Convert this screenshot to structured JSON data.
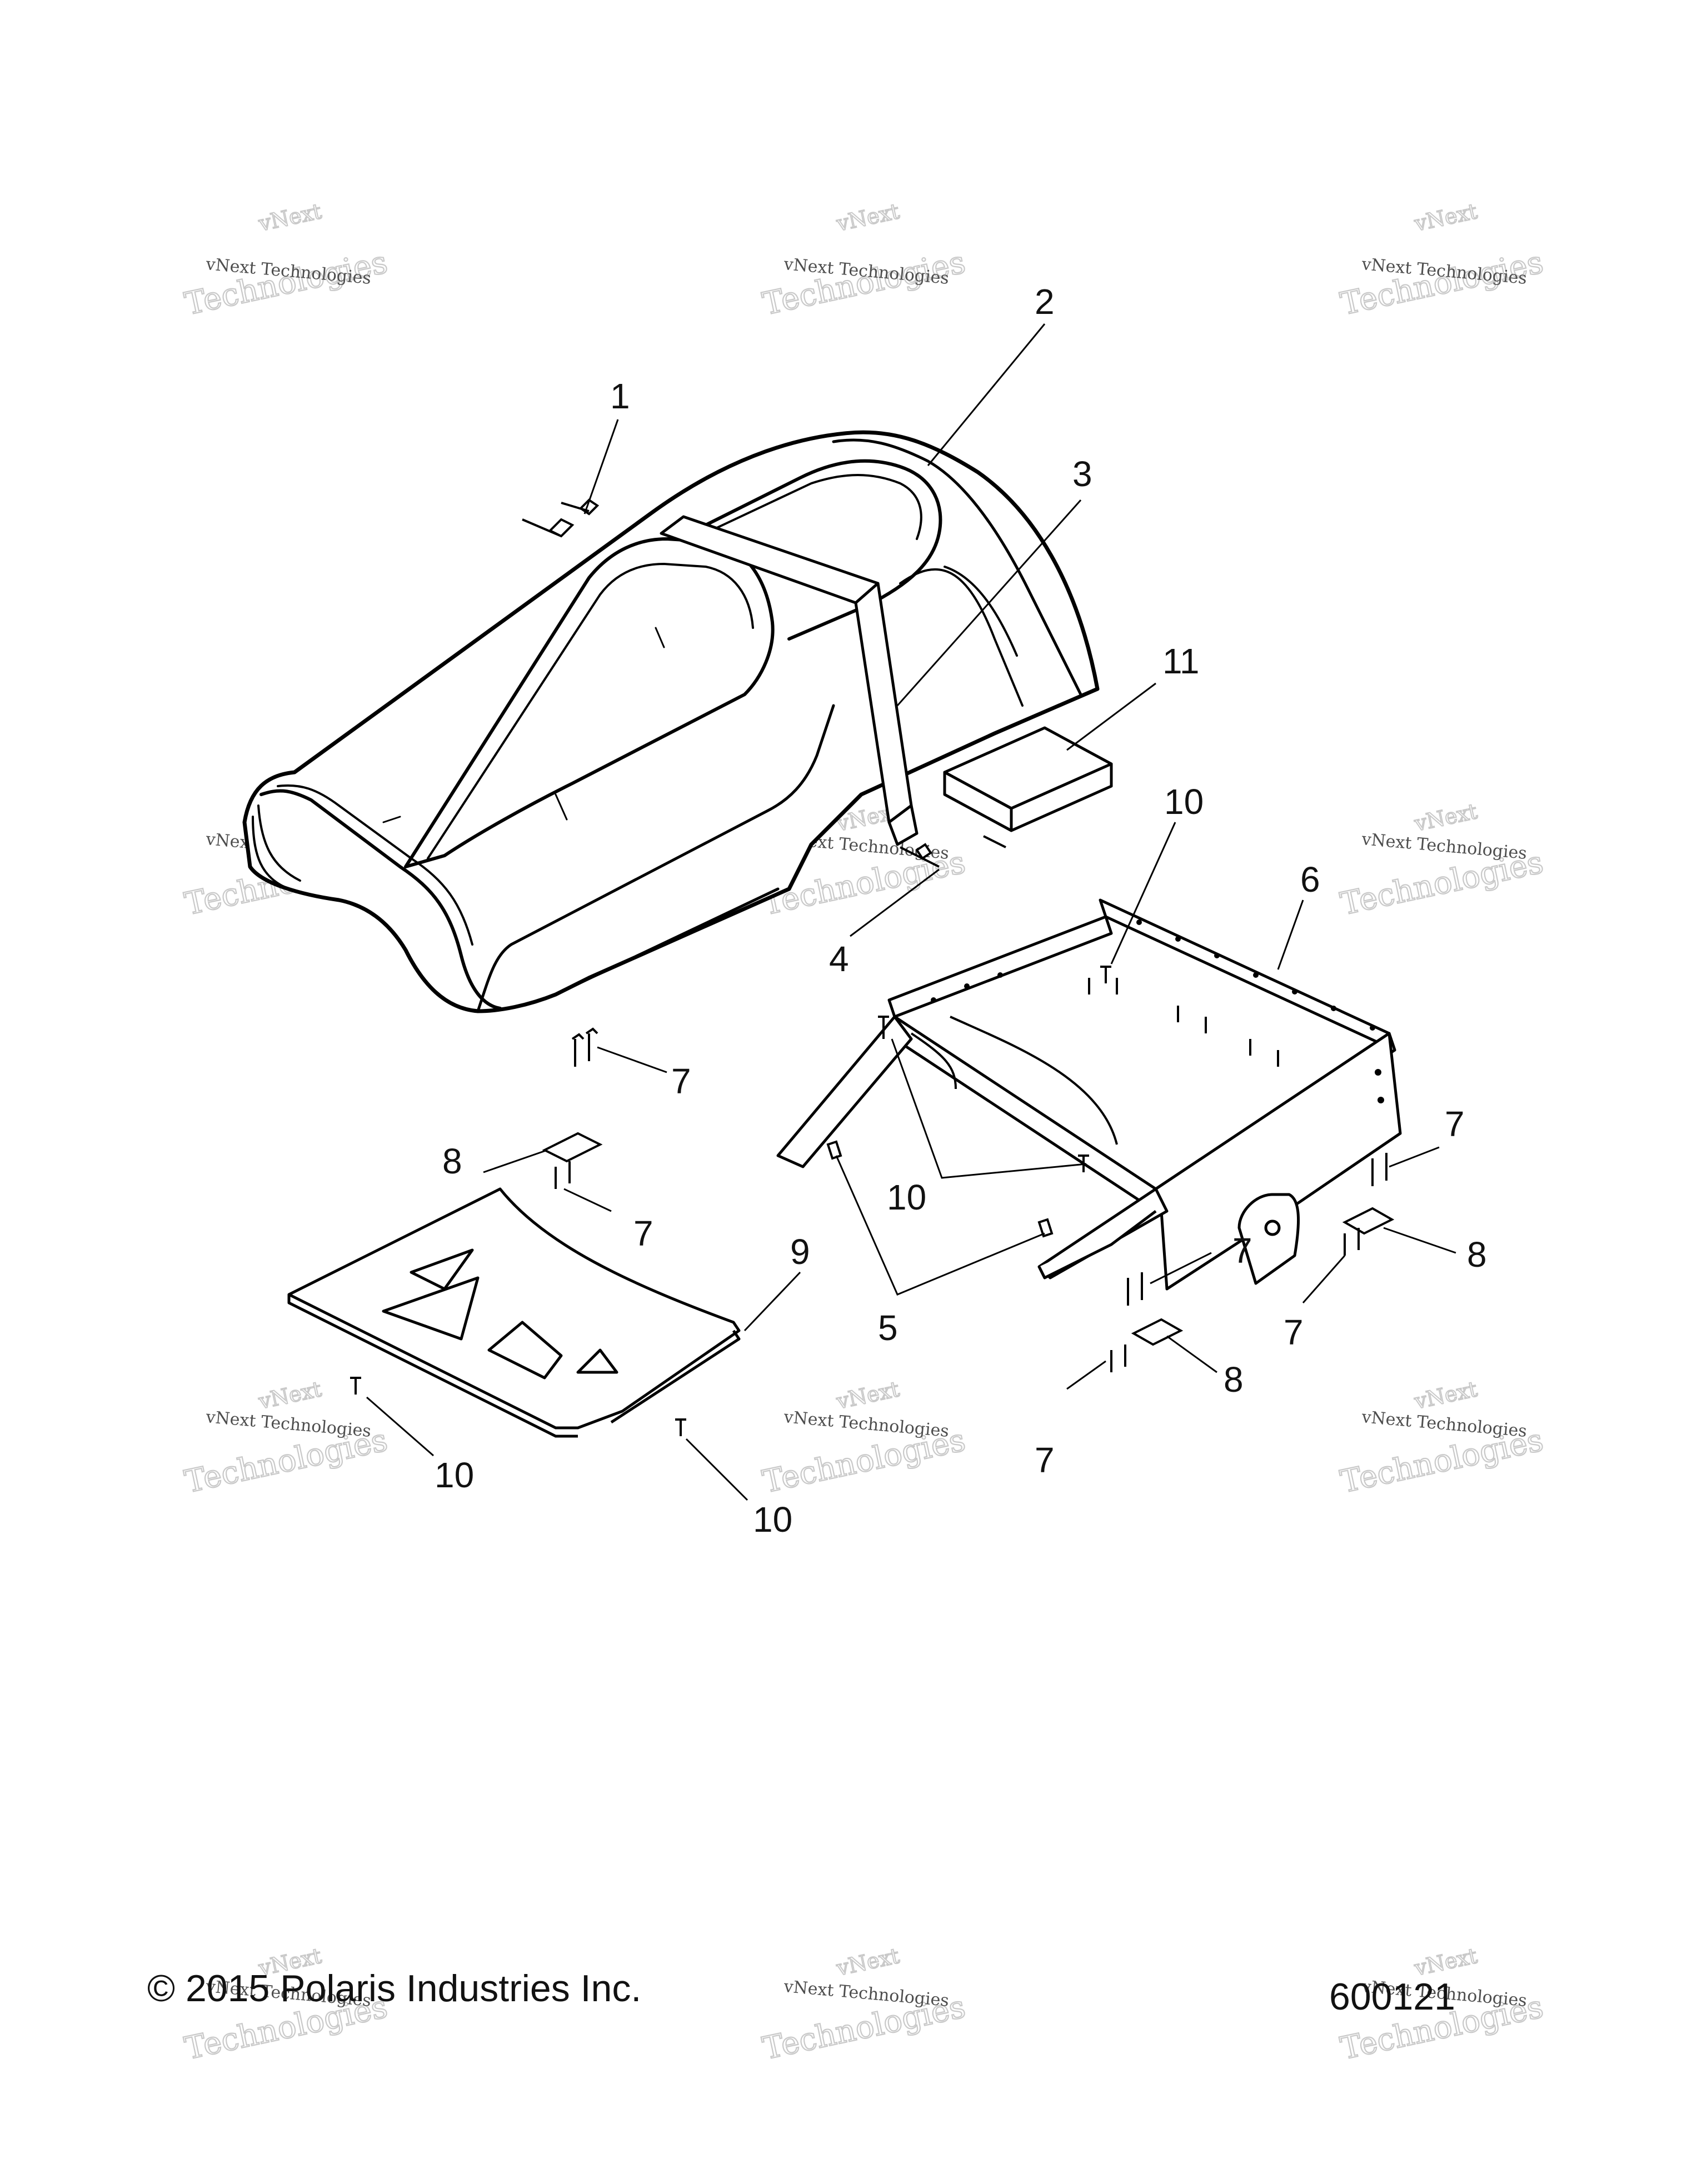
{
  "diagram": {
    "callouts": [
      {
        "id": "c1",
        "label": "1"
      },
      {
        "id": "c2",
        "label": "2"
      },
      {
        "id": "c3",
        "label": "3"
      },
      {
        "id": "c4",
        "label": "4"
      },
      {
        "id": "c5",
        "label": "5"
      },
      {
        "id": "c6",
        "label": "6"
      },
      {
        "id": "c7a",
        "label": "7"
      },
      {
        "id": "c7b",
        "label": "7"
      },
      {
        "id": "c7c",
        "label": "7"
      },
      {
        "id": "c7d",
        "label": "7"
      },
      {
        "id": "c7e",
        "label": "7"
      },
      {
        "id": "c7f",
        "label": "7"
      },
      {
        "id": "c8a",
        "label": "8"
      },
      {
        "id": "c8b",
        "label": "8"
      },
      {
        "id": "c8c",
        "label": "8"
      },
      {
        "id": "c9",
        "label": "9"
      },
      {
        "id": "c10a",
        "label": "10"
      },
      {
        "id": "c10b",
        "label": "10"
      },
      {
        "id": "c10c",
        "label": "10"
      },
      {
        "id": "c10d",
        "label": "10"
      },
      {
        "id": "c11",
        "label": "11"
      }
    ]
  },
  "watermark": {
    "line1": "vNext",
    "line2": "vNext Technologies",
    "line3": "Technologies"
  },
  "footer": {
    "copyright": "© 2015 Polaris Industries Inc.",
    "diagram_id": "600121"
  }
}
